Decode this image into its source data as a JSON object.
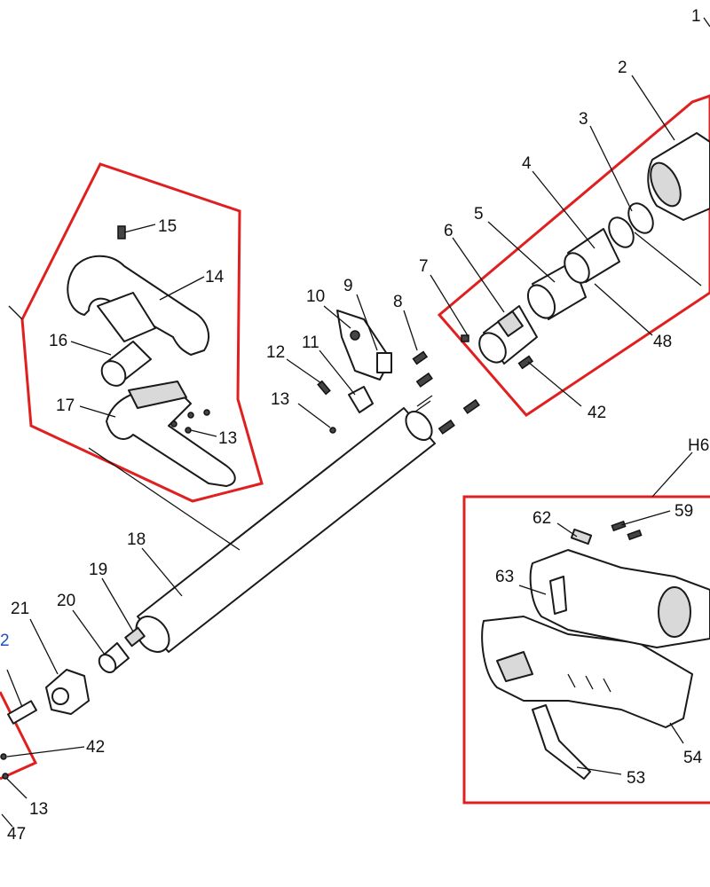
{
  "highlight_color": "#e02020",
  "ink_color": "#111111",
  "labels": {
    "p1": "1",
    "p2": "2",
    "p3": "3",
    "p4": "4",
    "p5": "5",
    "p6": "6",
    "p7": "7",
    "p8": "8",
    "p9": "9",
    "p10": "10",
    "p11": "11",
    "p12": "12",
    "p13a": "13",
    "p13b": "13",
    "p13c": "13",
    "p14": "14",
    "p15": "15",
    "p16": "16",
    "p17": "17",
    "p18": "18",
    "p19": "19",
    "p20": "20",
    "p21": "21",
    "p22": "2",
    "p42a": "42",
    "p42b": "42",
    "p47": "47",
    "p48": "48",
    "p53": "53",
    "p54": "54",
    "p59": "59",
    "p62": "62",
    "p63": "63",
    "h6": "H6"
  }
}
